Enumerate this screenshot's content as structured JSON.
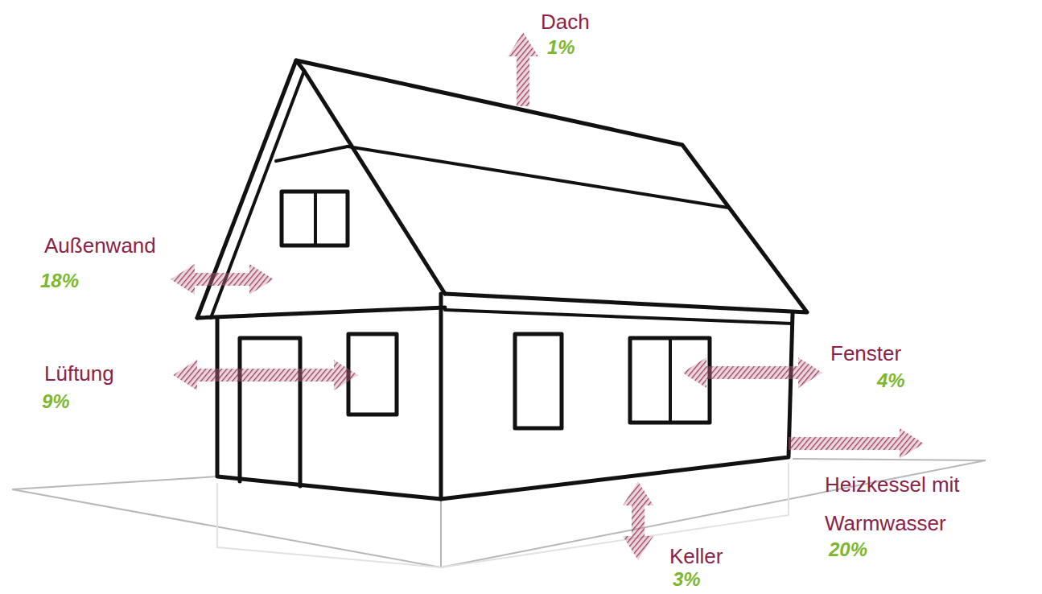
{
  "diagram": {
    "labels": [
      "Dach",
      "1%",
      "Außenwand",
      "18%",
      "Lüftung",
      "9%",
      "Fenster",
      "4%",
      "Heizkessel mit Warmwasser",
      "20%",
      "Keller",
      "3%"
    ]
  }
}
